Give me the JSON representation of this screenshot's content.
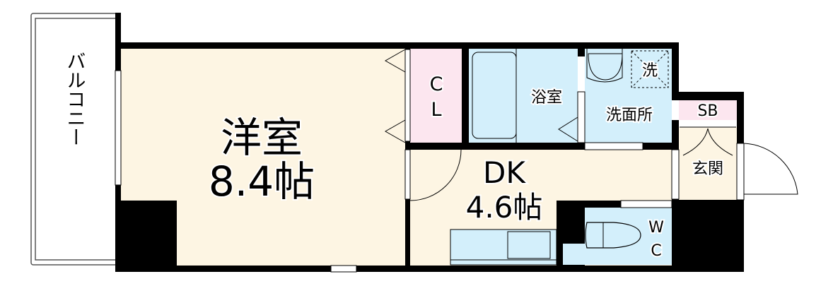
{
  "rooms": {
    "balcony": {
      "label": "バルコニー"
    },
    "western_room": {
      "label": "洋室",
      "size": "8.4帖"
    },
    "closet": {
      "label_1": "C",
      "label_2": "L"
    },
    "bathroom": {
      "label": "浴室"
    },
    "washroom": {
      "label": "洗面所",
      "washer_label": "洗"
    },
    "dk": {
      "label": "DK",
      "size": "4.6帖"
    },
    "shoe_box": {
      "label": "SB"
    },
    "entrance": {
      "label": "玄関"
    },
    "wc": {
      "label_1": "W",
      "label_2": "C"
    }
  },
  "colors": {
    "wall": "#000000",
    "living_floor": "#fdf5e3",
    "wet_area": "#d3effb",
    "storage": "#fce6ef"
  }
}
